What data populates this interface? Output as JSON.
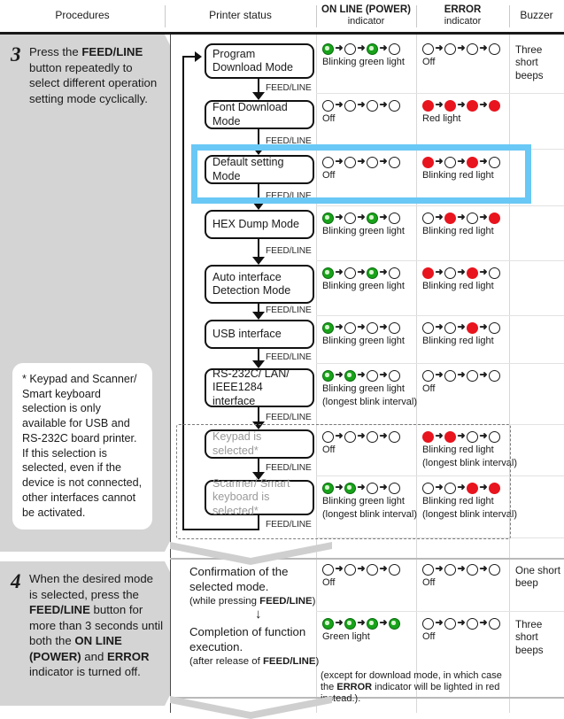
{
  "header": {
    "procedures": "Procedures",
    "printer_status": "Printer status",
    "online_bold": "ON LINE (POWER)",
    "online_sub": "indicator",
    "error_bold": "ERROR",
    "error_sub": "indicator",
    "buzzer": "Buzzer"
  },
  "colors": {
    "highlight": "#69c8f5",
    "led_red": "#e8141e",
    "led_green": "#18a31a",
    "panel_gray": "#d4d4d4"
  },
  "steps": [
    {
      "number": "3",
      "text_html": "Press the <b>FEED/LINE</b> button repeatedly to select different operation setting mode cyclically."
    },
    {
      "number": "4",
      "text_html": "When the desired mode is selected, press the <b>FEED/LINE</b> button for more than 3 seconds until both the <b>ON LINE (POWER)</b> and <b>ERROR</b> indicator is turned off."
    }
  ],
  "note": "* Keypad and Scanner/ Smart keyboard selection is only available for USB and RS-232C board printer. If this selection is selected, even if the device is not connected, other interfaces cannot be activated.",
  "feed_label": "FEED/LINE",
  "rows": [
    {
      "mode": "Program Download Mode",
      "dim": false,
      "online": {
        "pattern": [
          "green",
          "off",
          "green",
          "off"
        ],
        "label": "Blinking green light",
        "note": ""
      },
      "error": {
        "pattern": [
          "off",
          "off",
          "off",
          "off"
        ],
        "label": "Off",
        "note": ""
      },
      "buzzer": "Three short beeps"
    },
    {
      "mode": "Font Download Mode",
      "dim": false,
      "online": {
        "pattern": [
          "off",
          "off",
          "off",
          "off"
        ],
        "label": "Off",
        "note": ""
      },
      "error": {
        "pattern": [
          "red",
          "red",
          "red",
          "red"
        ],
        "label": "Red light",
        "note": ""
      },
      "buzzer": ""
    },
    {
      "mode": "Default setting Mode",
      "dim": false,
      "online": {
        "pattern": [
          "off",
          "off",
          "off",
          "off"
        ],
        "label": "Off",
        "note": ""
      },
      "error": {
        "pattern": [
          "red",
          "off",
          "red",
          "off"
        ],
        "label": "Blinking red light",
        "note": ""
      },
      "buzzer": ""
    },
    {
      "mode": "HEX Dump Mode",
      "dim": false,
      "online": {
        "pattern": [
          "green",
          "off",
          "green",
          "off"
        ],
        "label": "Blinking green light",
        "note": ""
      },
      "error": {
        "pattern": [
          "off",
          "red",
          "off",
          "red"
        ],
        "label": "Blinking red light",
        "note": ""
      },
      "buzzer": ""
    },
    {
      "mode": "Auto interface Detection Mode",
      "dim": false,
      "online": {
        "pattern": [
          "green",
          "off",
          "green",
          "off"
        ],
        "label": "Blinking green light",
        "note": ""
      },
      "error": {
        "pattern": [
          "red",
          "off",
          "red",
          "off"
        ],
        "label": "Blinking red light",
        "note": ""
      },
      "buzzer": ""
    },
    {
      "mode": "USB interface",
      "dim": false,
      "online": {
        "pattern": [
          "green",
          "off",
          "off",
          "off"
        ],
        "label": "Blinking green light",
        "note": ""
      },
      "error": {
        "pattern": [
          "off",
          "off",
          "red",
          "off"
        ],
        "label": "Blinking red light",
        "note": ""
      },
      "buzzer": ""
    },
    {
      "mode": "RS-232C/ LAN/ IEEE1284 interface",
      "dim": false,
      "online": {
        "pattern": [
          "green",
          "green",
          "off",
          "off"
        ],
        "label": "Blinking green light",
        "note": "(longest blink interval)"
      },
      "error": {
        "pattern": [
          "off",
          "off",
          "off",
          "off"
        ],
        "label": "Off",
        "note": ""
      },
      "buzzer": ""
    },
    {
      "mode": "Keypad is selected*",
      "dim": true,
      "online": {
        "pattern": [
          "off",
          "off",
          "off",
          "off"
        ],
        "label": "Off",
        "note": ""
      },
      "error": {
        "pattern": [
          "red",
          "red",
          "off",
          "off"
        ],
        "label": "Blinking red light",
        "note": "(longest blink interval)"
      },
      "buzzer": ""
    },
    {
      "mode": "Scanner/ Smart keyboard is selected*",
      "dim": true,
      "online": {
        "pattern": [
          "green",
          "green",
          "off",
          "off"
        ],
        "label": "Blinking green light",
        "note": "(longest blink interval)"
      },
      "error": {
        "pattern": [
          "off",
          "off",
          "red",
          "red"
        ],
        "label": "Blinking red light",
        "note": "(longest blink interval)"
      },
      "buzzer": ""
    }
  ],
  "step4_status": {
    "line1": "Confirmation of the selected mode.",
    "line1_sub_html": "(while pressing <b>FEED/LINE</b>)",
    "line2": "Completion of function execution.",
    "line2_sub_html": "(after release of <b>FEED/LINE</b>)",
    "arrow": "↓"
  },
  "step4_rows": [
    {
      "online": {
        "pattern": [
          "off",
          "off",
          "off",
          "off"
        ],
        "label": "Off",
        "note": ""
      },
      "error": {
        "pattern": [
          "off",
          "off",
          "off",
          "off"
        ],
        "label": "Off",
        "note": ""
      },
      "buzzer": "One short beep"
    },
    {
      "online": {
        "pattern": [
          "green",
          "green",
          "green",
          "green"
        ],
        "label": "Green light",
        "note": ""
      },
      "error": {
        "pattern": [
          "off",
          "off",
          "off",
          "off"
        ],
        "label": "Off",
        "note": ""
      },
      "buzzer": "Three short beeps"
    }
  ],
  "footnote_html": "(except for download mode, in which case the <b>ERROR</b> indicator will be lighted in red instead.)."
}
